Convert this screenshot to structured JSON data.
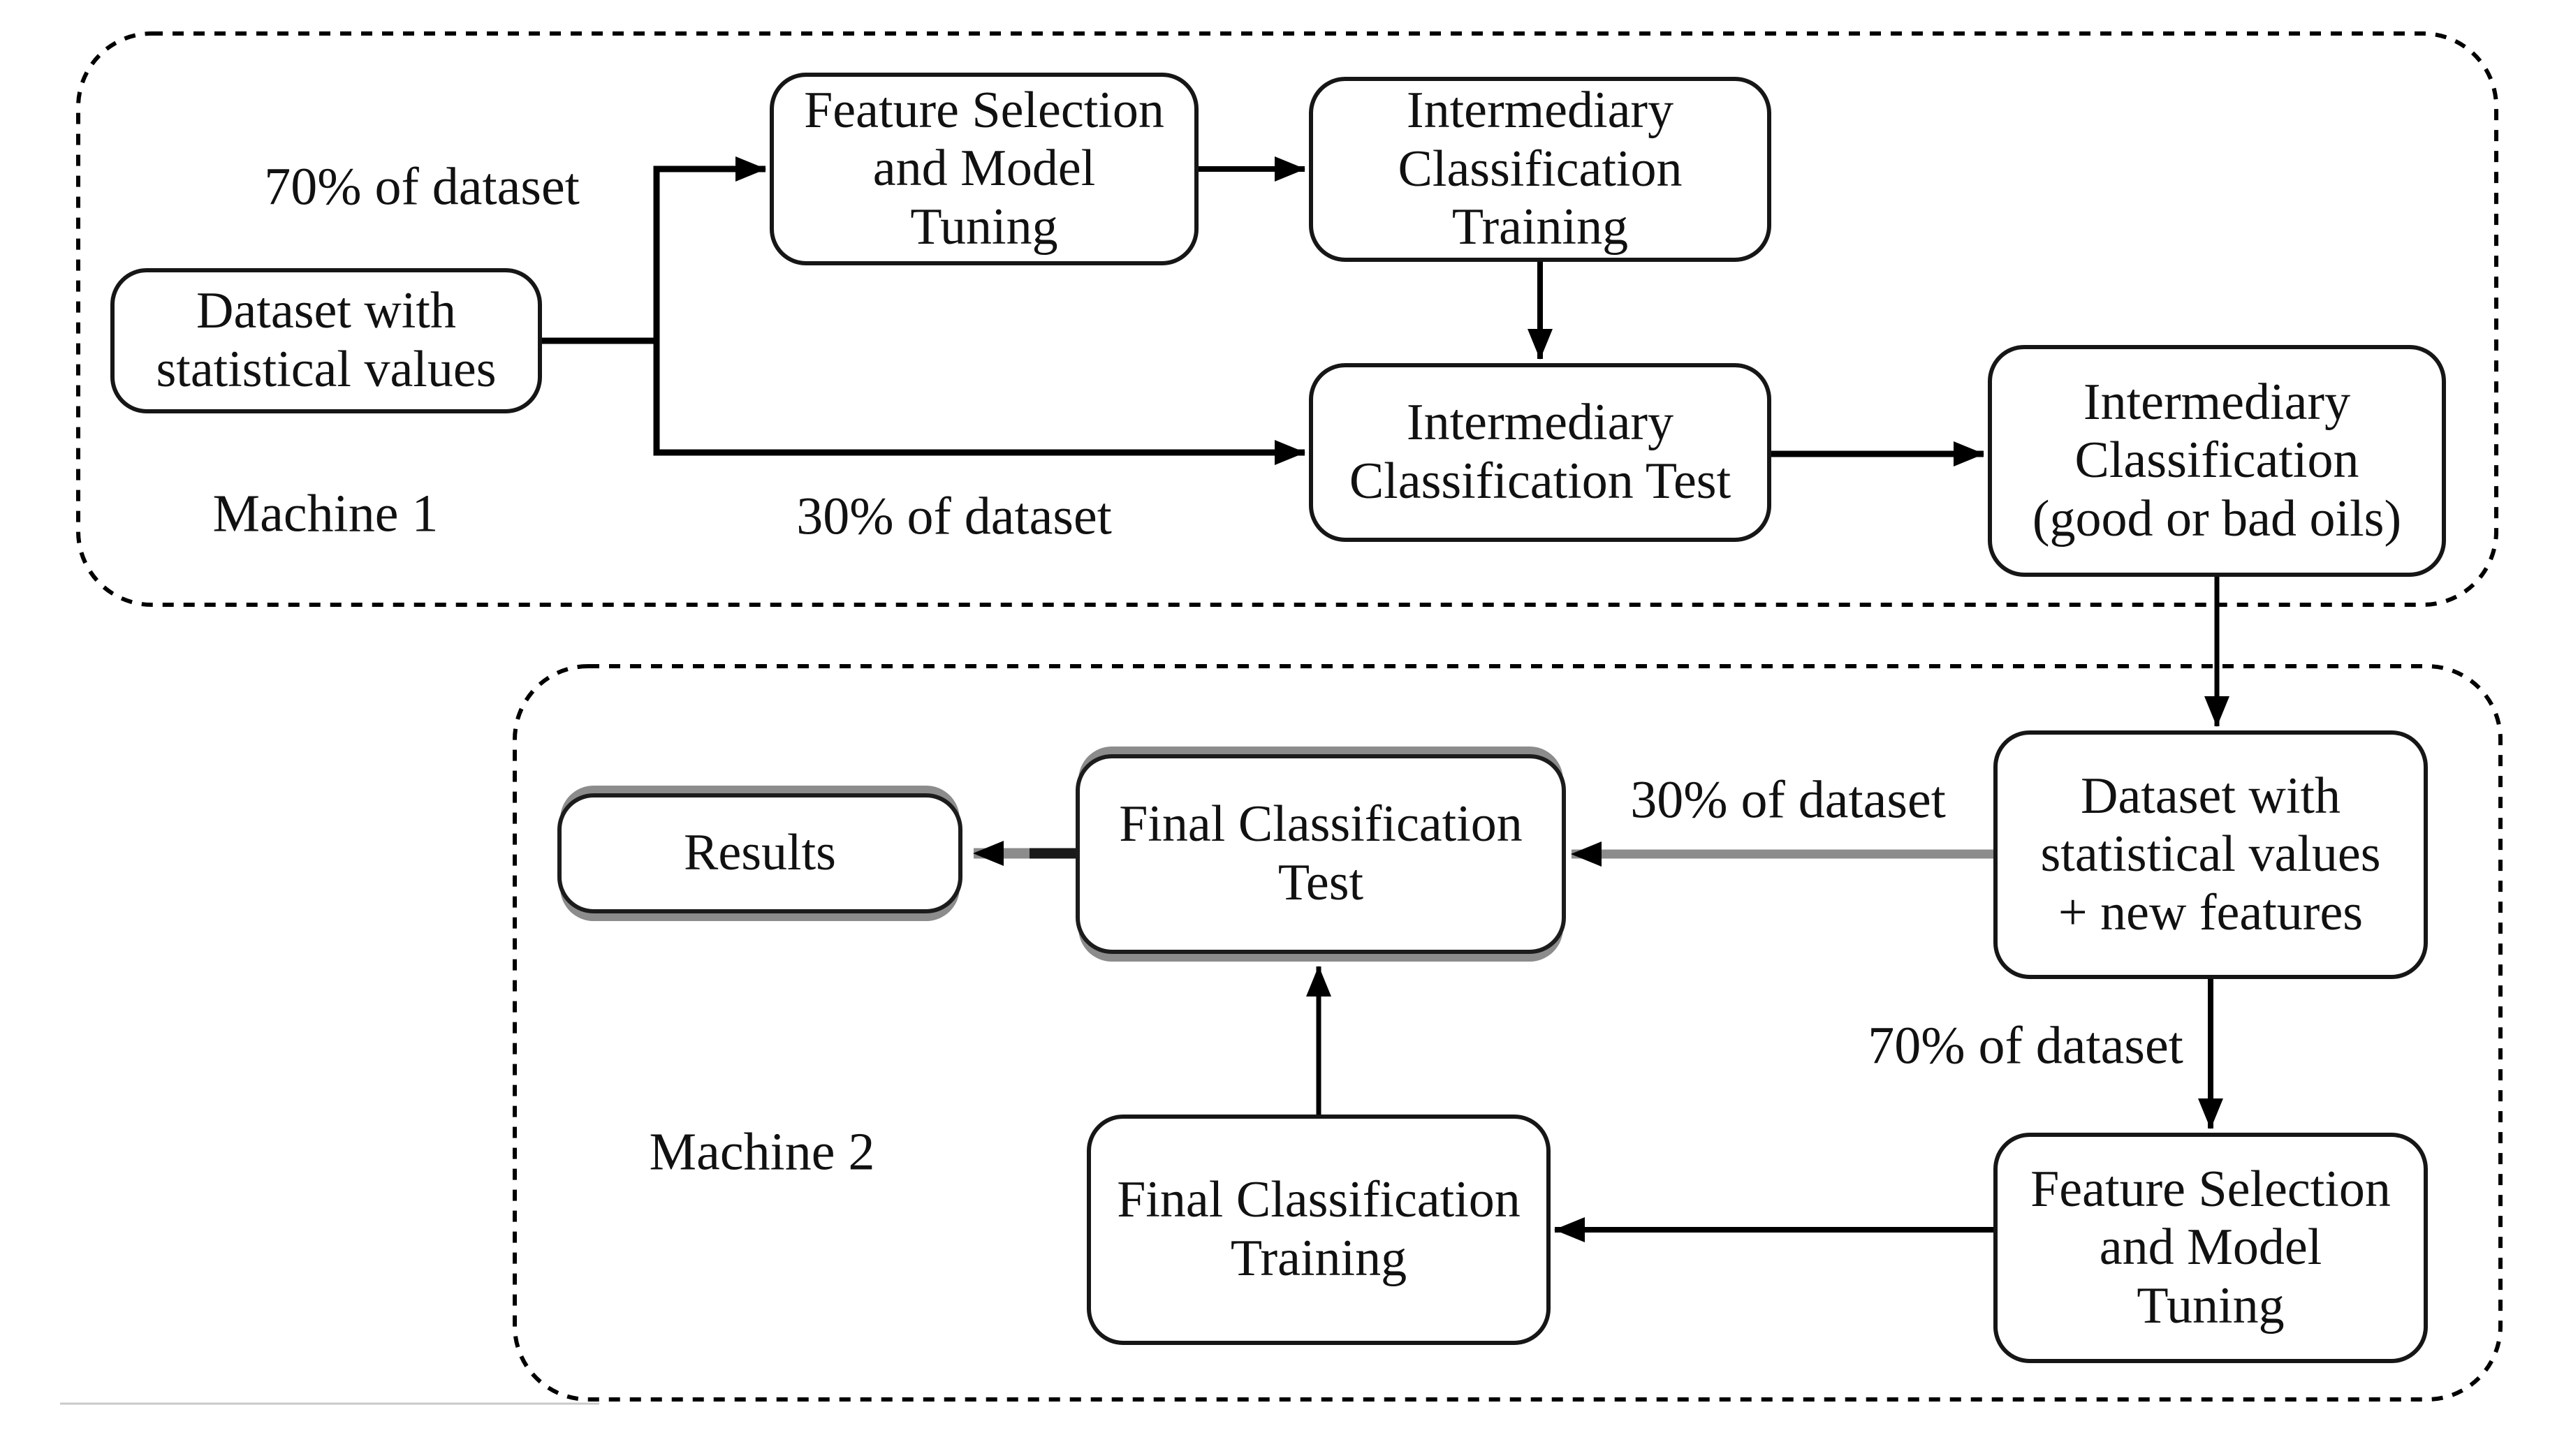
{
  "colors": {
    "background": "#ffffff",
    "line": "#000000",
    "box_border": "#161616",
    "highlight_gray": "#8c8c8c",
    "faint_line": "#c9c9c9",
    "text": "#111111"
  },
  "containers": {
    "machine1": {
      "label": "Machine 1"
    },
    "machine2": {
      "label": "Machine 2"
    }
  },
  "nodes": {
    "dataset1": {
      "label": "Dataset with\nstatistical values"
    },
    "featsel1": {
      "label": "Feature Selection\nand Model\nTuning"
    },
    "int_train": {
      "label": "Intermediary\nClassification\nTraining"
    },
    "int_test": {
      "label": "Intermediary\nClassification Test"
    },
    "int_class": {
      "label": "Intermediary\nClassification\n(good or bad oils)"
    },
    "dataset2": {
      "label": "Dataset with\nstatistical values\n+ new features"
    },
    "final_test": {
      "label": "Final Classification\nTest",
      "highlighted": true
    },
    "results": {
      "label": "Results",
      "highlighted": true
    },
    "featsel2": {
      "label": "Feature Selection\nand Model\nTuning"
    },
    "final_train": {
      "label": "Final Classification\nTraining"
    }
  },
  "edges": [
    {
      "from": "dataset1",
      "to": "featsel1",
      "label": "70% of dataset"
    },
    {
      "from": "dataset1",
      "to": "int_test",
      "label": "30% of dataset"
    },
    {
      "from": "featsel1",
      "to": "int_train",
      "label": ""
    },
    {
      "from": "int_train",
      "to": "int_test",
      "label": ""
    },
    {
      "from": "int_test",
      "to": "int_class",
      "label": ""
    },
    {
      "from": "int_class",
      "to": "dataset2",
      "label": ""
    },
    {
      "from": "dataset2",
      "to": "final_test",
      "label": "30% of dataset"
    },
    {
      "from": "dataset2",
      "to": "featsel2",
      "label": "70% of dataset"
    },
    {
      "from": "featsel2",
      "to": "final_train",
      "label": ""
    },
    {
      "from": "final_train",
      "to": "final_test",
      "label": ""
    },
    {
      "from": "final_test",
      "to": "results",
      "label": ""
    }
  ]
}
